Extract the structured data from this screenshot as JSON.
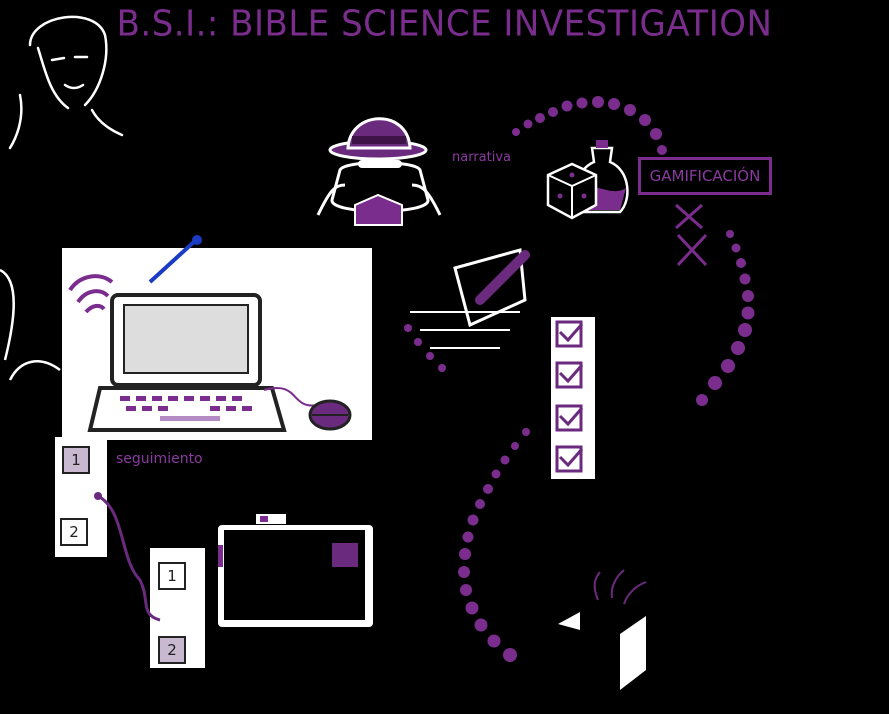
{
  "title": "B.S.I.: BIBLE SCIENCE INVESTIGATION",
  "labels": {
    "narrativa": "narrativa",
    "gamificacion": "GAMIFICACIÓN",
    "seguimiento": "seguimiento"
  },
  "steps": {
    "left_1": "1",
    "left_2": "2",
    "tablet_1": "1",
    "tablet_2": "2"
  },
  "colors": {
    "accent": "#7b2d8e",
    "accent_light": "#b48bc4",
    "ink": "#222222",
    "background": "#000000"
  },
  "icons": [
    "person-icon",
    "detective-icon",
    "potion-icon",
    "dice-icon",
    "laptop-icon",
    "mouse-icon",
    "pen-icon",
    "checklist-icon",
    "tablet-icon",
    "book-icon",
    "wifi-icon"
  ]
}
